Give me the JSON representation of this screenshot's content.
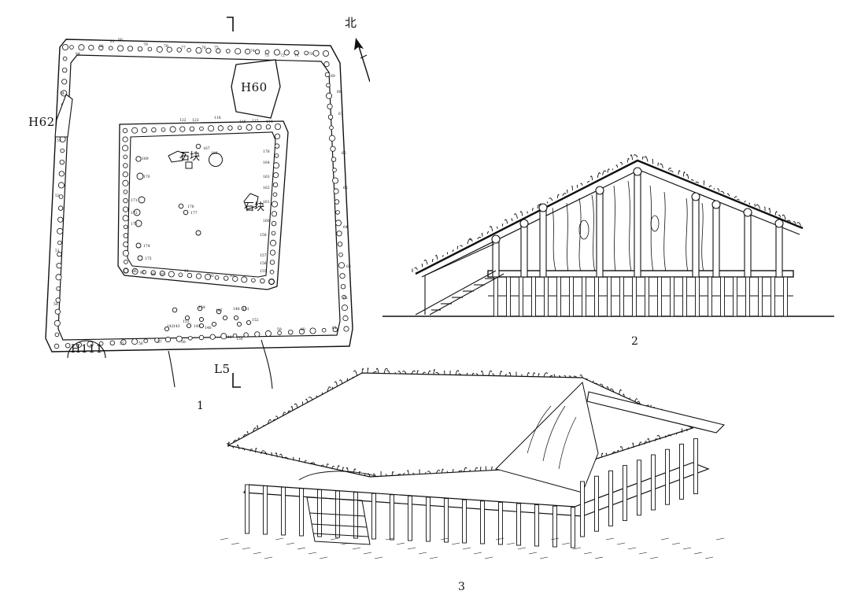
{
  "figure_numbers": {
    "plan": "1",
    "elevation": "2",
    "perspective": "3"
  },
  "plan_labels": {
    "north": "北",
    "pit_h60": "H60",
    "pit_h62": "H62",
    "pit_h111": "H111",
    "section_l5": "L5",
    "stone_block_1": "石块",
    "stone_block_2": "石块"
  },
  "plan_hole_numbers": [
    "122",
    "123",
    "118",
    "116",
    "115",
    "114",
    "167",
    "166",
    "169",
    "170",
    "171",
    "172",
    "173",
    "174",
    "175",
    "176",
    "177",
    "178",
    "164",
    "163",
    "162",
    "161",
    "160",
    "158",
    "157",
    "156",
    "155",
    "154",
    "147",
    "148",
    "151",
    "152",
    "153",
    "149",
    "150",
    "142",
    "143",
    "145",
    "146",
    "92",
    "93",
    "91",
    "89",
    "88",
    "87",
    "86",
    "84",
    "82",
    "81",
    "80",
    "79",
    "78",
    "77",
    "76",
    "75",
    "74",
    "73",
    "72",
    "71",
    "70",
    "69",
    "68",
    "67",
    "66",
    "65",
    "64",
    "63",
    "62",
    "61",
    "60",
    "59",
    "58",
    "57",
    "56",
    "55",
    "54",
    "53",
    "52",
    "51",
    "50"
  ]
}
